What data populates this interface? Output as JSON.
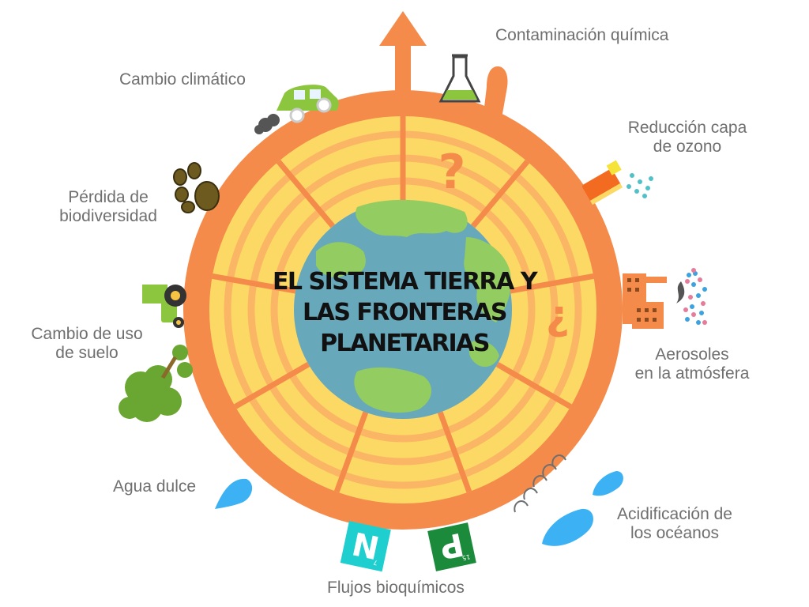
{
  "title_lines": [
    "EL SISTEMA TIERRA Y",
    "LAS FRONTERAS",
    "PLANETARIAS"
  ],
  "boundaries": {
    "contaminacion": "Contaminación química",
    "clima": "Cambio climático",
    "ozono": [
      "Reducción capa",
      "de ozono"
    ],
    "biodiversidad": [
      "Pérdida de",
      "biodiversidad"
    ],
    "aerosoles": [
      "Aerosoles",
      "en la atmósfera"
    ],
    "suelo": [
      "Cambio de uso",
      "de suelo"
    ],
    "agua": "Agua dulce",
    "oceanos": [
      "Acidificación de",
      "los océanos"
    ],
    "flujos": "Flujos bioquímicos"
  },
  "tiles": {
    "nitrogen": {
      "letter": "N",
      "number": "7"
    },
    "phosphorus": {
      "letter": "P",
      "number": "15"
    }
  },
  "unknown_mark": "?",
  "colors": {
    "ring": "#f48b4a",
    "zone_outer": "#fcd965",
    "zone_band": "#fbb665",
    "ocean": "#67a8bb",
    "land": "#93cc60",
    "nitrogen_tile": "#1fcfcf",
    "phosphorus_tile": "#1b8a3b",
    "label": "#6f6f6f",
    "title": "#111111"
  }
}
